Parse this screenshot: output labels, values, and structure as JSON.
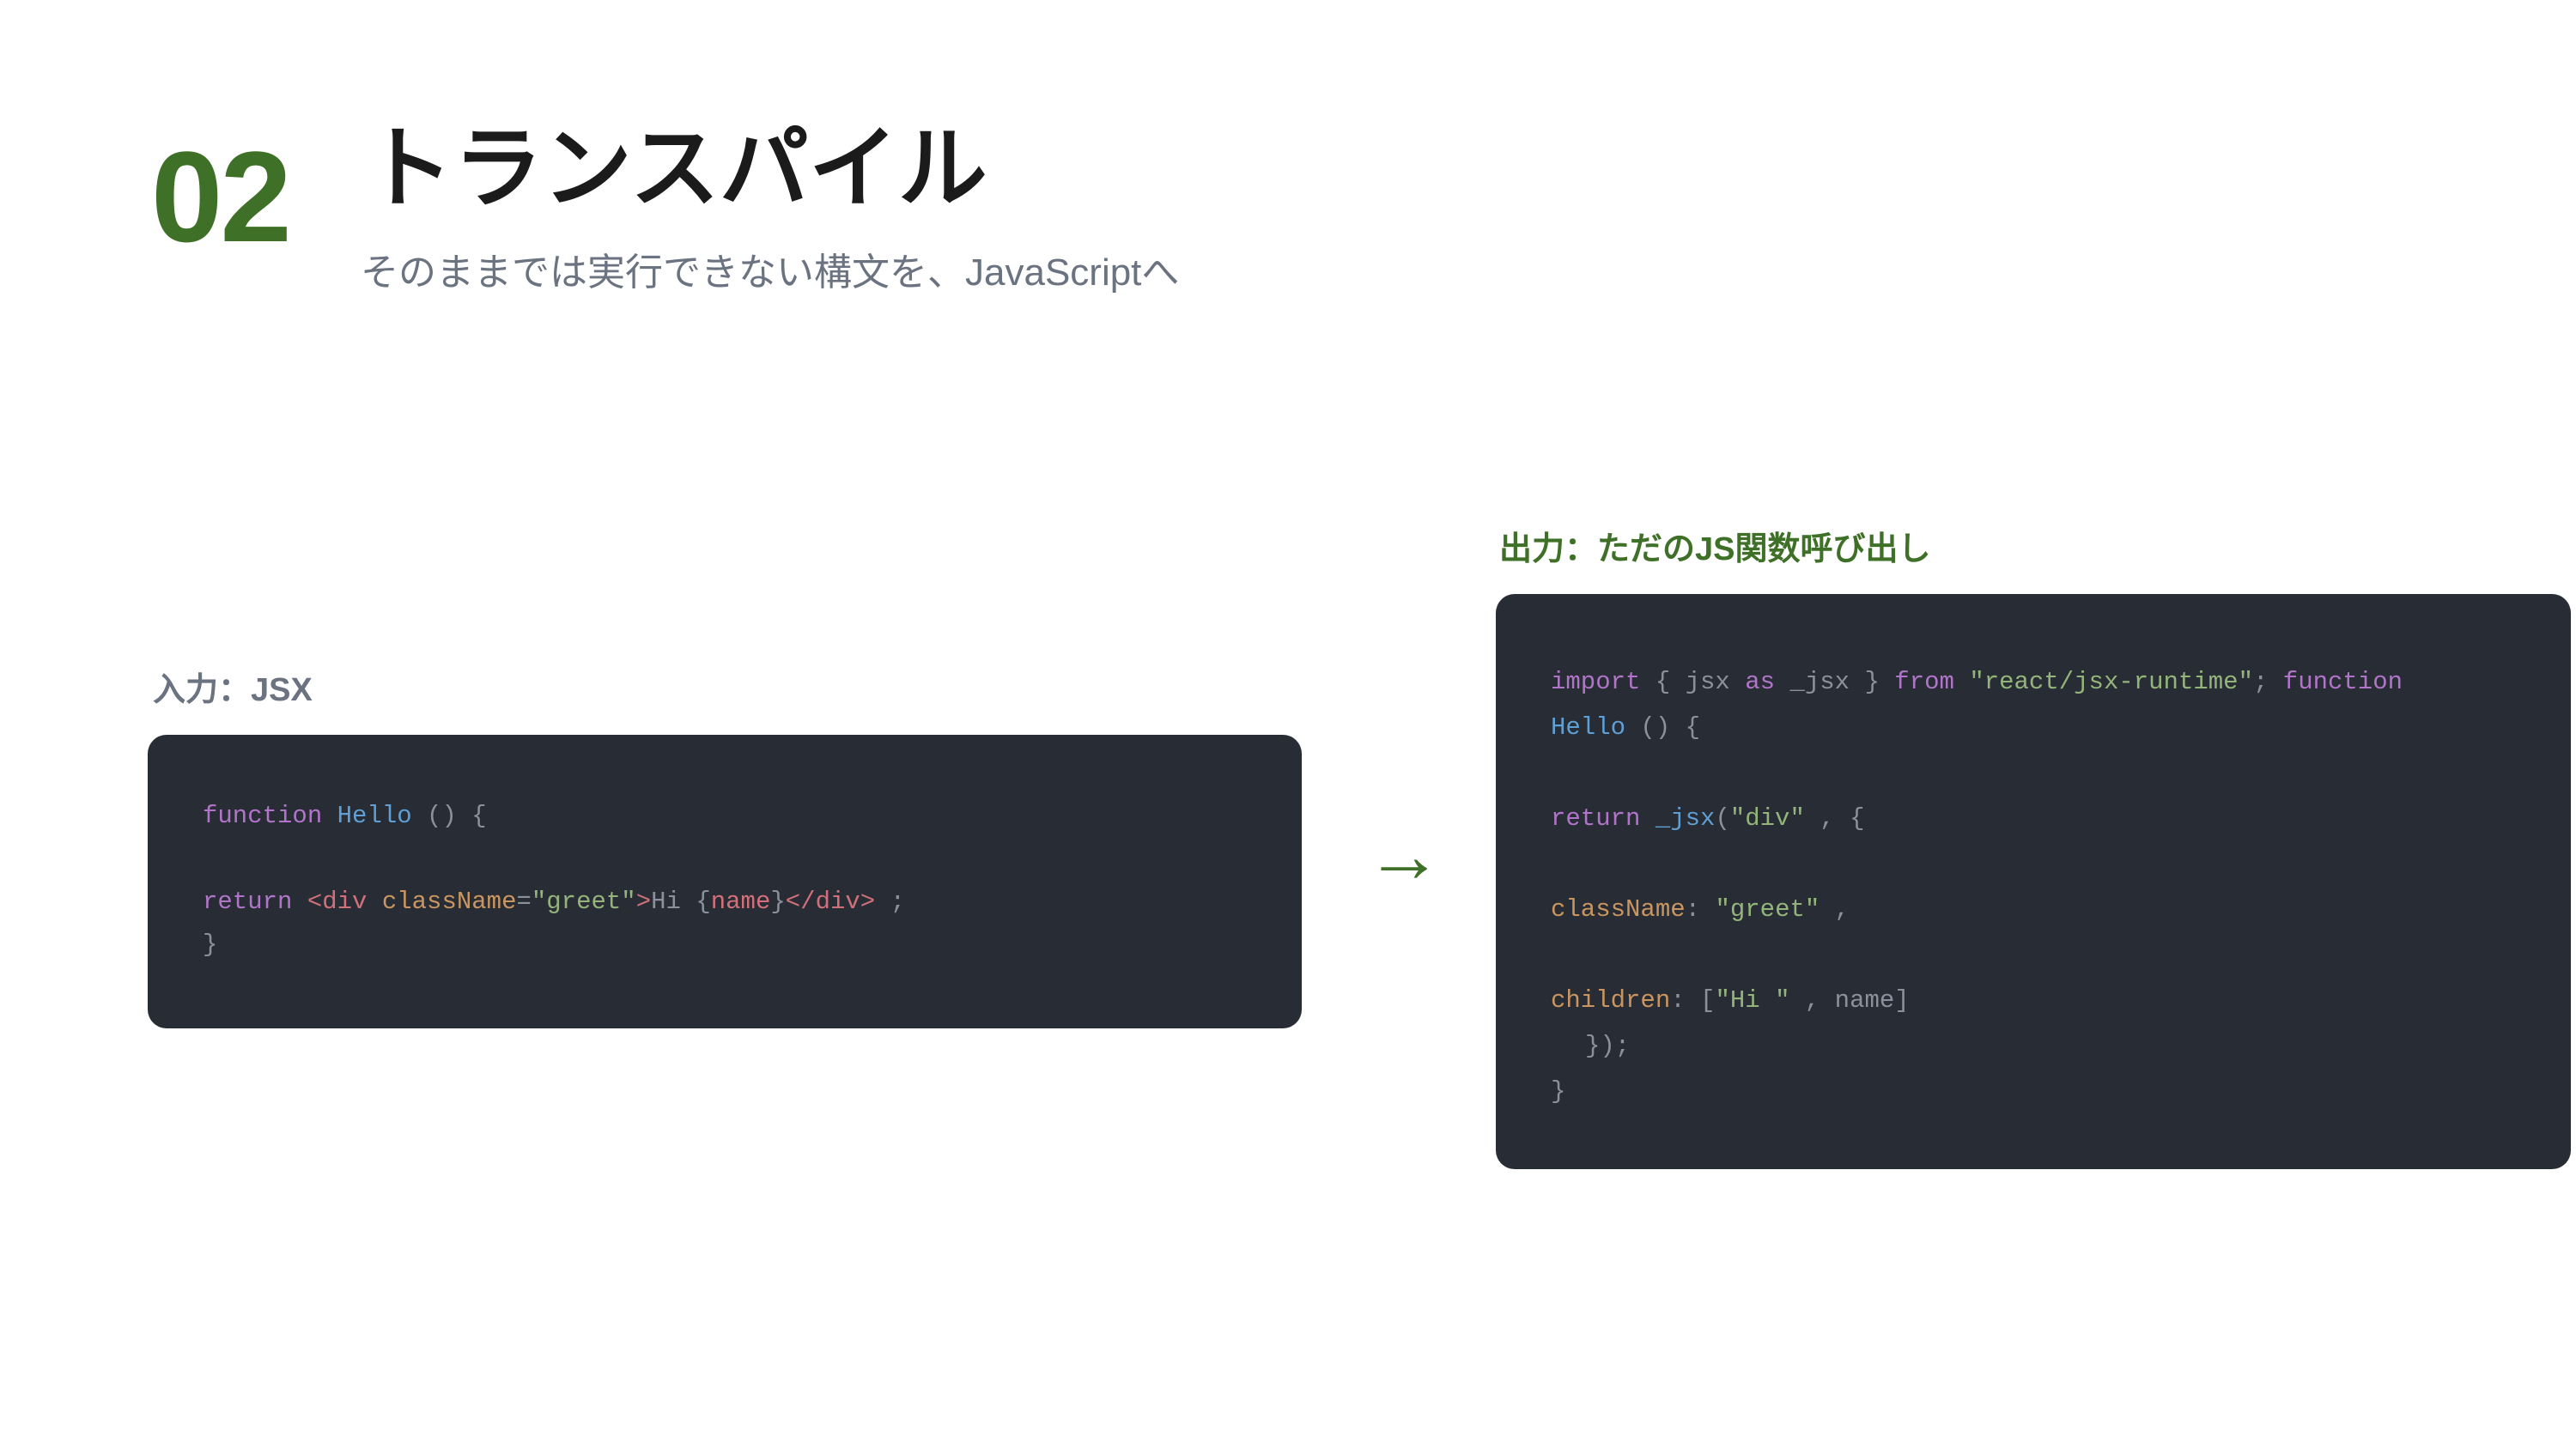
{
  "colors": {
    "accent": "#3f7028",
    "muted_label": "#6b7280",
    "code_bg": "#282c34",
    "code_plain": "#8b919c",
    "code_keyword": "#b074c9",
    "code_function": "#5f9fd4",
    "code_string": "#93b47a",
    "code_tag": "#d0707b",
    "code_attr": "#c99560"
  },
  "header": {
    "number": "02",
    "title": "トランスパイル",
    "subtitle": "そのままでは実行できない構文を、JavaScriptへ"
  },
  "input_panel": {
    "label": "入力：JSX",
    "code": {
      "l1": {
        "kw": "function",
        "fn": " Hello",
        "rest": " () {"
      },
      "l2": {
        "kw": "return",
        "tag_open": " <div",
        "attr": " className",
        "eq": "=",
        "str": "\"greet\"",
        "gt": ">",
        "text": "Hi ",
        "brace_open": "{",
        "expr": "name",
        "brace_close": "}",
        "tag_close": "</div>",
        "semi": " ;"
      },
      "l3": {
        "rest": "}"
      }
    }
  },
  "arrow": {
    "glyph": "→"
  },
  "output_panel": {
    "label": "出力：ただのJS関数呼び出し",
    "code": {
      "l1": {
        "kw_import": "import",
        "p1": " { jsx ",
        "kw_as": "as",
        "p2": " _jsx } ",
        "kw_from": "from",
        "str": " \"react/jsx-runtime\"",
        "p3": "; ",
        "kw_function": "function"
      },
      "l2": {
        "fn": "Hello",
        "rest": " () {"
      },
      "l3": {
        "kw": "return",
        "fn": " _jsx",
        "p1": "(",
        "str": "\"div\"",
        "p2": " , {"
      },
      "l4": {
        "attr": "className",
        "p1": ": ",
        "str": "\"greet\"",
        "p2": " ,"
      },
      "l5": {
        "attr": "children",
        "p1": ": [",
        "str": "\"Hi \"",
        "p2": " , name]"
      },
      "l6": {
        "rest": "});"
      },
      "l7": {
        "rest": "}"
      }
    }
  }
}
